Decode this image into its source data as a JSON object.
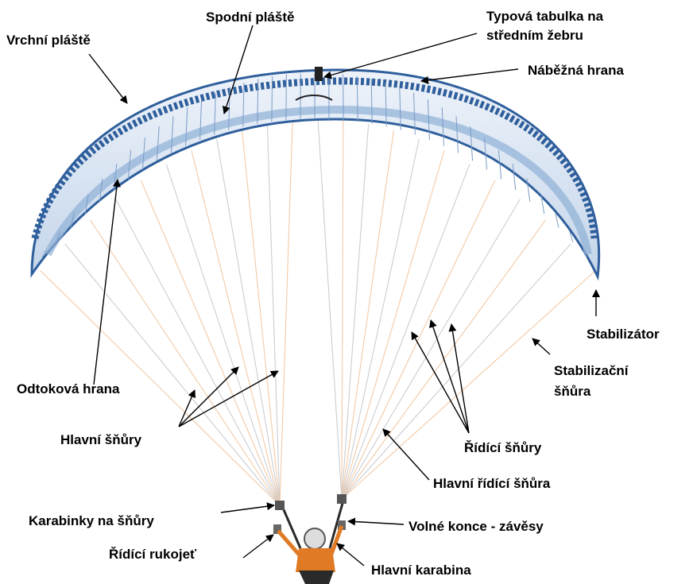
{
  "labels": {
    "vrchni_plaste": "Vrchní pláště",
    "spodni_plaste": "Spodní pláště",
    "typova_tabulka_1": "Typová tabulka na",
    "typova_tabulka_2": "středním žebru",
    "nabezna_hrana": "Náběžná hrana",
    "stabilizator": "Stabilizátor",
    "stabilizacni_1": "Stabilizační",
    "stabilizacni_2": "šňůra",
    "odtokova_hrana": "Odtoková hrana",
    "hlavni_snury": "Hlavní šňůry",
    "ridici_snury": "Řídící šňůry",
    "hlavni_ridici_snura": "Hlavní řídící šňůra",
    "karabinky": "Karabinky na šňůry",
    "volne_konce": "Volné konce  - závěsy",
    "ridici_rukojet": "Řídící rukojeť",
    "hlavni_karabina": "Hlavní karabina"
  },
  "colors": {
    "canopy_light": "#dfe9f5",
    "canopy_mid": "#8fb0d6",
    "canopy_dark": "#2f5f9c",
    "line_orange": "#f3c9a4",
    "line_grey": "#c9cdd3",
    "arrow": "#000000",
    "pilot_suit": "#e07a25",
    "pilot_dark": "#2a2a2a"
  }
}
